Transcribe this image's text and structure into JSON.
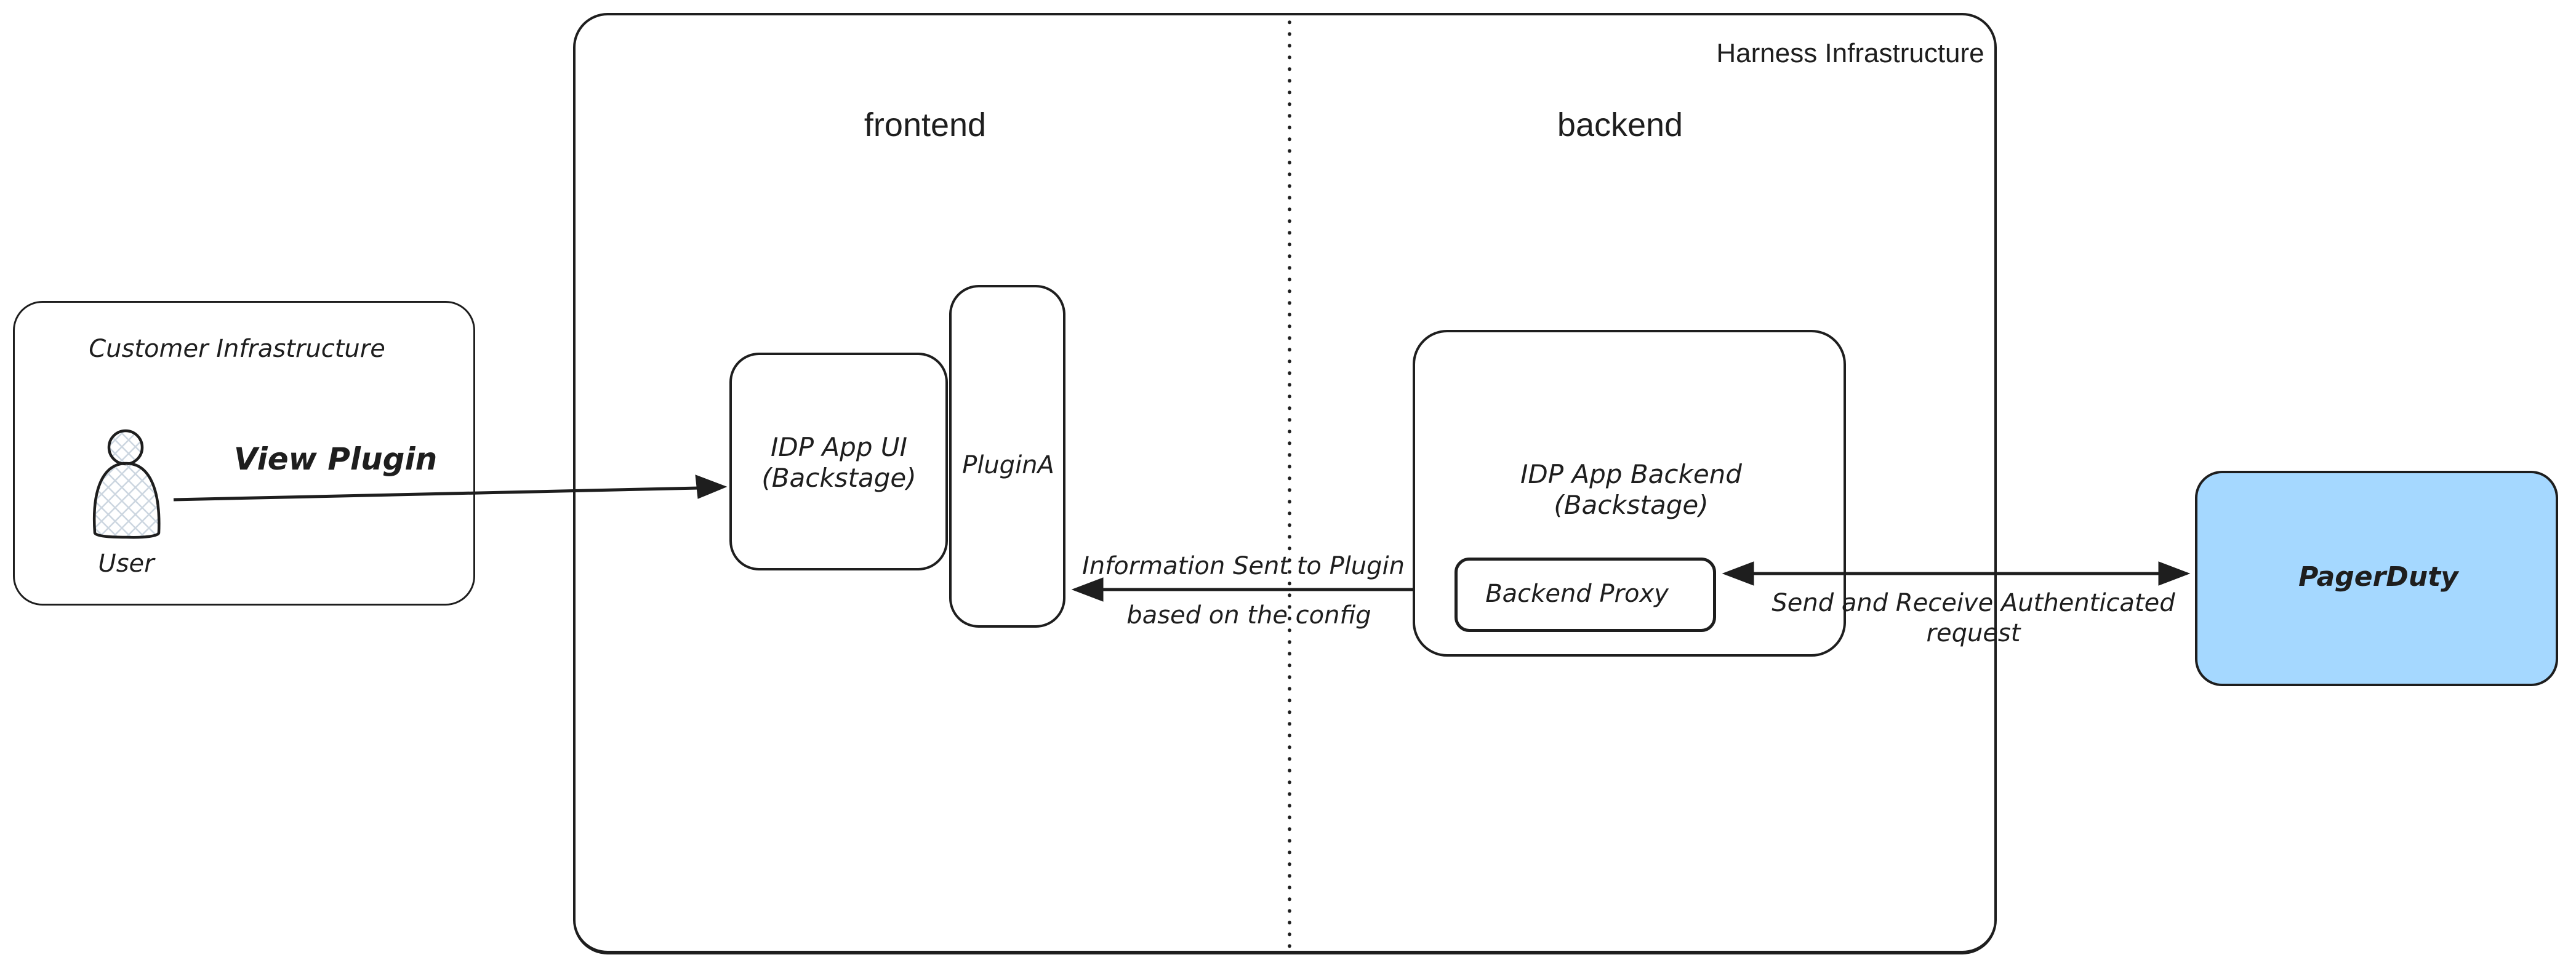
{
  "title": "Harness Infrastructure",
  "sections": {
    "frontend": "frontend",
    "backend": "backend"
  },
  "customer": {
    "title": "Customer Infrastructure",
    "user": "User"
  },
  "nodes": {
    "idp_app_ui": {
      "line1": "IDP App UI",
      "line2": "(Backstage)"
    },
    "plugin_a": {
      "label": "PluginA"
    },
    "idp_app_backend": {
      "line1": "IDP App Backend",
      "line2": "(Backstage)"
    },
    "backend_proxy": {
      "label": "Backend Proxy"
    },
    "pagerduty": {
      "label": "PagerDuty"
    }
  },
  "arrows": {
    "view_plugin": {
      "label": "View Plugin"
    },
    "info_sent": {
      "line1": "Information Sent to Plugin",
      "line2": "based on the config"
    },
    "auth": {
      "line1": "Send and Receive Authenticated",
      "line2": "request"
    }
  },
  "colors": {
    "stroke": "#1e1e1e",
    "pagerduty_fill": "#a5d8ff",
    "hatch": "#ccd6e0"
  }
}
